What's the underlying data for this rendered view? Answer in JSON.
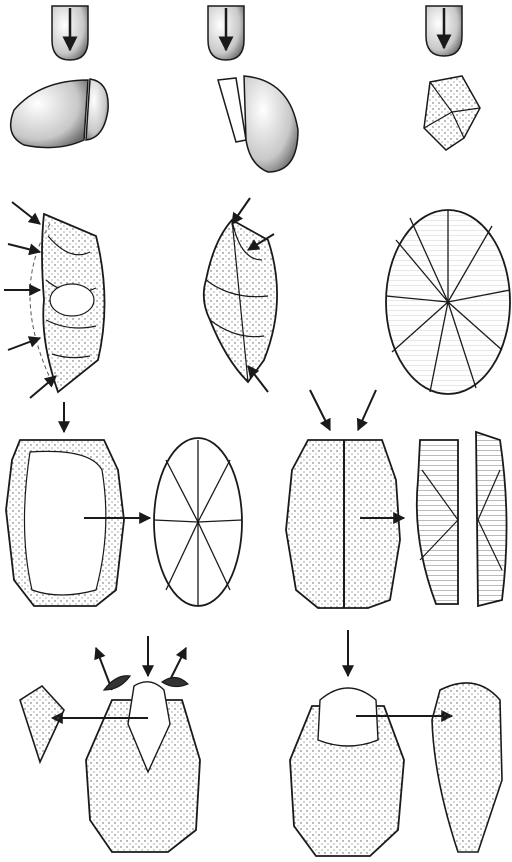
{
  "plate": {
    "ink_color": "#1a1a1a",
    "paper_color": "#ffffff",
    "shade_color": "#8c8c8c",
    "rows": [
      {
        "row": 1,
        "stages": [
          "hammer-on-pebble-split",
          "hammer-on-half-pebble",
          "hammer-on-small-flake"
        ]
      },
      {
        "row": 2,
        "stages": [
          "core-edge-preparation-arrows",
          "bifacial-edge-trimming",
          "radial-flaked-disc"
        ]
      },
      {
        "row": 3,
        "stages": [
          "struck-core-with-flake",
          "radial-flake-removed",
          "two-blow-core",
          "split-flake-pair"
        ]
      },
      {
        "row": 4,
        "stages": [
          "prepared-point-core",
          "triangular-point-detached",
          "pointed-core",
          "point-flake"
        ]
      }
    ]
  }
}
